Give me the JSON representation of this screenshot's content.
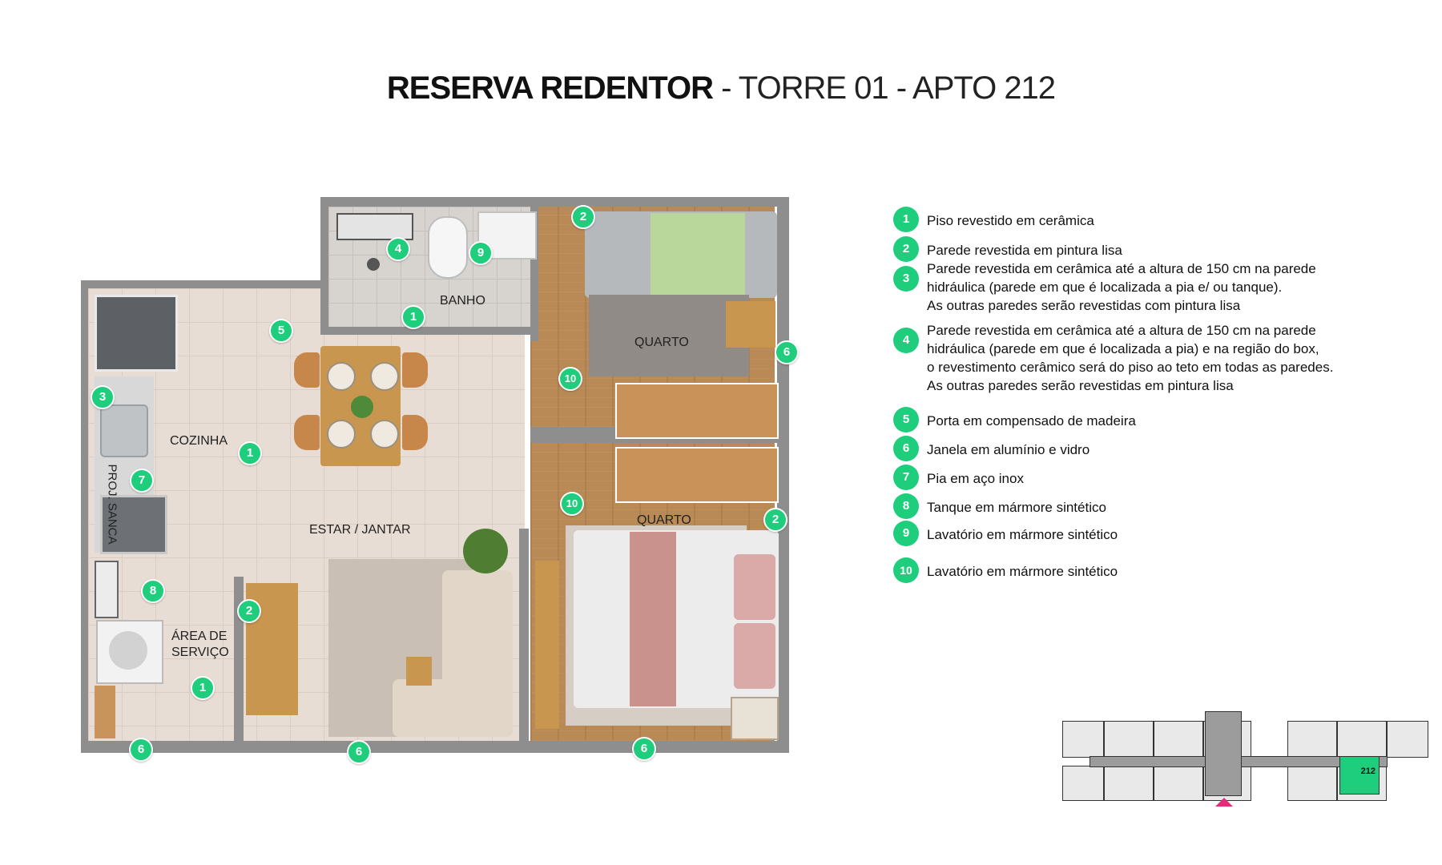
{
  "title": {
    "bold": "RESERVA REDENTOR",
    "rest": " - TORRE 01 - APTO 212"
  },
  "rooms": {
    "cozinha": "COZINHA",
    "estar": "ESTAR / JANTAR",
    "banho": "BANHO",
    "quarto1": "QUARTO",
    "quarto2": "QUARTO",
    "servico_l1": "ÁREA DE",
    "servico_l2": "SERVIÇO",
    "projecao": "PROJ. SANCA"
  },
  "markers": [
    "1",
    "2",
    "3",
    "4",
    "5",
    "6",
    "7",
    "8",
    "9",
    "10"
  ],
  "legend": [
    {
      "num": "1",
      "text": "Piso revestido em cerâmica"
    },
    {
      "num": "2",
      "text": "Parede revestida em pintura lisa"
    },
    {
      "num": "3",
      "lines": [
        "Parede revestida em cerâmica até a altura de 150 cm na parede",
        "hidráulica (parede em que é localizada a pia e/ ou tanque).",
        "As outras paredes serão revestidas com pintura lisa"
      ]
    },
    {
      "num": "4",
      "lines": [
        "Parede revestida em cerâmica até a altura de 150 cm na parede",
        "hidráulica (parede em que é localizada a pia) e na região do box,",
        "o revestimento cerâmico será do piso ao teto em todas as paredes.",
        "As outras paredes serão revestidas em pintura lisa"
      ]
    },
    {
      "num": "5",
      "text": "Porta em compensado de madeira"
    },
    {
      "num": "6",
      "text": "Janela em alumínio e vidro"
    },
    {
      "num": "7",
      "text": "Pia em aço inox"
    },
    {
      "num": "8",
      "text": "Tanque em mármore sintético"
    },
    {
      "num": "9",
      "text": "Lavatório em mármore sintético"
    },
    {
      "num": "10",
      "text": "Lavatório em mármore sintético"
    }
  ],
  "keyplan": {
    "unit_label": "212"
  },
  "colors": {
    "accent": "#1fce7c",
    "marker_arrow": "#e8297a",
    "wall": "#8e8e8e"
  }
}
